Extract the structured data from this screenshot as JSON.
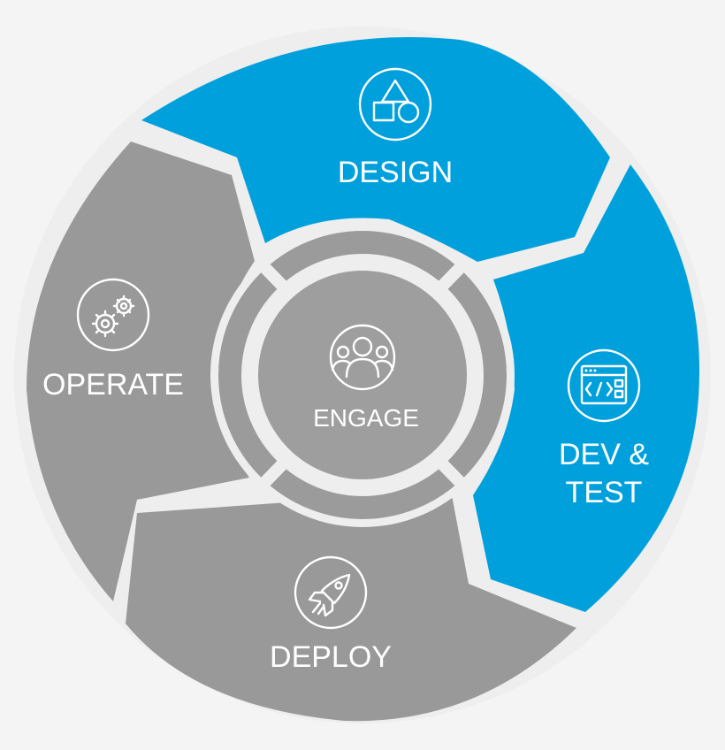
{
  "segments": {
    "design": {
      "label": "DESIGN",
      "icon": "shapes-icon",
      "color": "#00a0dc"
    },
    "dev_test": {
      "label_line1": "DEV &",
      "label_line2": "TEST",
      "icon": "code-window-icon",
      "color": "#00a0dc"
    },
    "deploy": {
      "label": "DEPLOY",
      "icon": "rocket-icon",
      "color": "#999999"
    },
    "operate": {
      "label": "OPERATE",
      "icon": "gears-icon",
      "color": "#999999"
    }
  },
  "center": {
    "label": "ENGAGE",
    "icon": "people-group-icon",
    "color": "#9e9e9e"
  },
  "colors": {
    "background": "#f4f4f4",
    "gap": "#eeeeee",
    "ring": "#9b9b9b"
  }
}
